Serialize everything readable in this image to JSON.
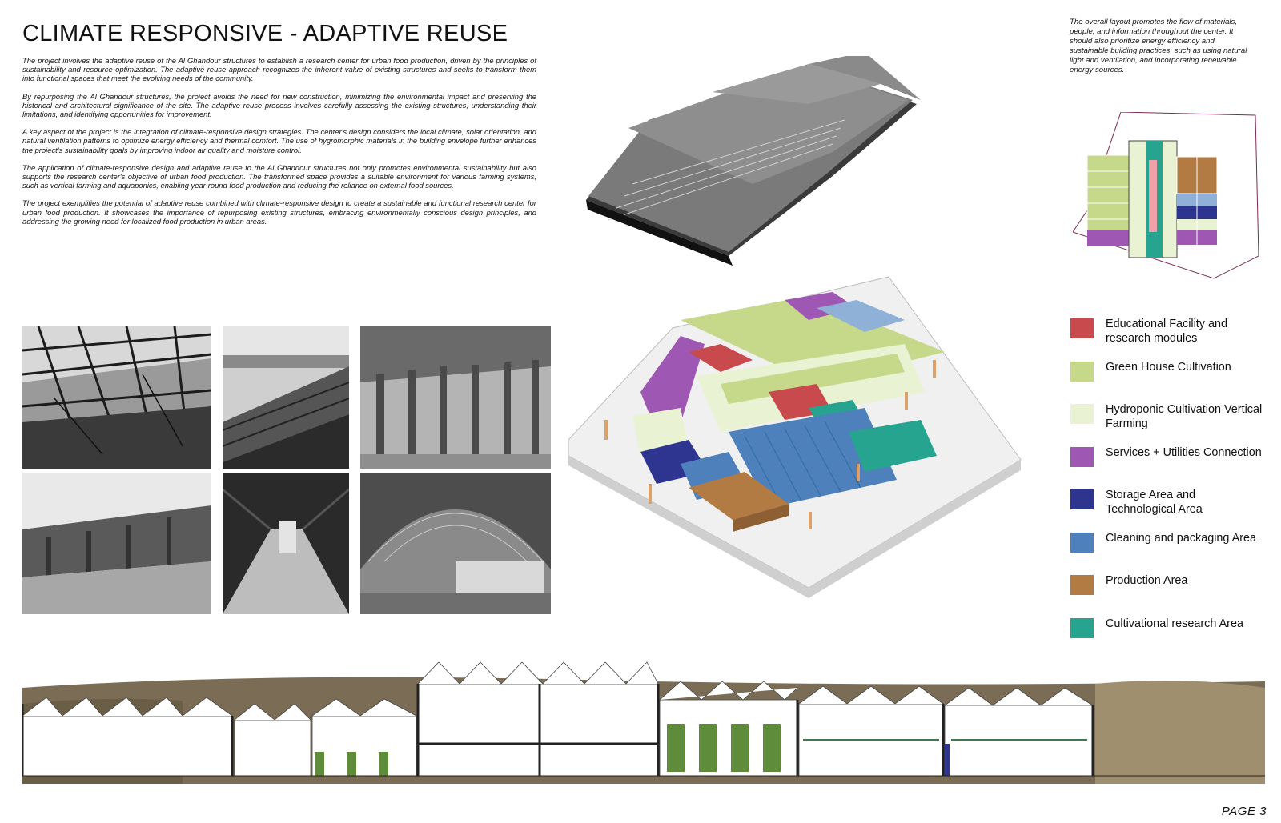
{
  "title": "CLIMATE RESPONSIVE - ADAPTIVE REUSE",
  "intro_paragraphs": [
    "The project involves the adaptive reuse of the Al Ghandour structures to establish a research center for urban food production, driven by the principles of sustainability and resource optimization. The adaptive reuse approach recognizes the inherent value of existing structures and seeks to transform them into functional spaces that meet the evolving needs of the community.",
    "By repurposing the Al Ghandour structures, the project avoids the need for new construction, minimizing the environmental impact and preserving the historical and architectural significance of the site. The adaptive reuse process involves carefully assessing the existing structures, understanding their limitations, and identifying opportunities for improvement.",
    "A key aspect of the project is the integration of climate-responsive design strategies. The center's design considers the local climate, solar orientation, and natural ventilation patterns to optimize energy efficiency and thermal comfort. The use of hygromorphic materials in the building envelope further enhances the project's sustainability goals by improving indoor air quality and moisture control.",
    "The application of climate-responsive design and adaptive reuse to the Al Ghandour structures not only promotes environmental sustainability but also supports the research center's objective of urban food production. The transformed space provides a suitable environment for various farming systems, such as vertical farming and aquaponics, enabling year-round food production and reducing the reliance on external food sources.",
    "The project exemplifies the potential of adaptive reuse combined with climate-responsive design to create a sustainable and functional research center for urban food production. It showcases the importance of repurposing existing structures, embracing environmentally conscious design principles, and addressing the growing need for localized food production in urban areas."
  ],
  "layout_note": "The overall layout promotes the flow of materials, people, and information throughout the center. It should also prioritize energy efficiency and sustainable building practices, such as using natural light and ventilation, and incorporating renewable energy sources.",
  "legend": [
    {
      "label": "Educational Facility and research modules",
      "color": "#c94a4c"
    },
    {
      "label": "Green House Cultivation",
      "color": "#c6d88a"
    },
    {
      "label": "Hydroponic Cultivation Vertical Farming",
      "color": "#eaf2d4"
    },
    {
      "label": "Services + Utilities Connection",
      "color": "#9e58b3"
    },
    {
      "label": "Storage Area and Technological Area",
      "color": "#2e3591"
    },
    {
      "label": "Cleaning and packaging Area",
      "color": "#4e80bb"
    },
    {
      "label": "Production Area",
      "color": "#b27b44"
    },
    {
      "label": "Cultivational research Area",
      "color": "#26a48f"
    }
  ],
  "photos": [
    {
      "name": "photo-collapsed-roof"
    },
    {
      "name": "photo-sawtooth-roof-sea-view"
    },
    {
      "name": "photo-warehouse-columns"
    },
    {
      "name": "photo-exterior-yard"
    },
    {
      "name": "photo-interior-corridor"
    },
    {
      "name": "photo-arched-hall"
    }
  ],
  "page_label": "PAGE 3"
}
